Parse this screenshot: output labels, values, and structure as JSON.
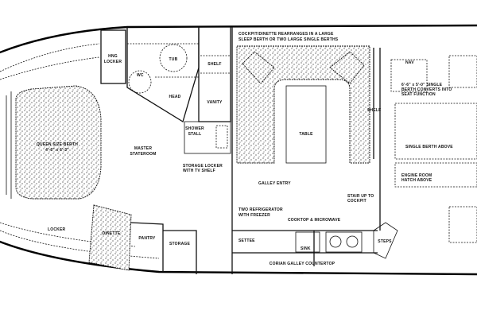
{
  "plan": {
    "note_top": [
      "COCKPIT/DINETTE REARRANGES IN A LARGE",
      "SLEEP BERTH OR TWO LARGE SINGLE BERTHS"
    ],
    "master_berth": [
      "QUEEN SIZE BERTH",
      "4'-6\" x 6'-3\""
    ],
    "master_stateroom": [
      "MASTER",
      "STATEROOM"
    ],
    "hanging_locker_fwd": [
      "HNG",
      "LOCKER"
    ],
    "head": "HEAD",
    "vanity": "VANITY",
    "wc": "WC",
    "tub": "TUB",
    "shower": [
      "SHOWER",
      "STALL"
    ],
    "shelf": "SHELF",
    "lockers_fwd": "SHELF",
    "storage_note": [
      "STORAGE LOCKER",
      "WITH TV SHELF"
    ],
    "dinette_seat": "DINETTE",
    "galley_entry": "GALLEY ENTRY",
    "refrigerator": [
      "TWO REFRIGERATOR",
      "WITH FREEZER"
    ],
    "cooktop": "COOKTOP & MICROWAVE",
    "table": "TABLE",
    "settee": "SETTEE",
    "galley_counter": "CORIAN GALLEY COUNTERTOP",
    "storage": "STORAGE",
    "pantry": "PANTRY",
    "locker_aft": "LOCKER",
    "sink": "SINK",
    "steps": "STEPS",
    "helm_seat": [
      "6'-6\" x 5'-0\" SINGLE",
      "BERTH CONVERTS INTO",
      "SEAT FUNCTION"
    ],
    "aft_berth": "SINGLE BERTH ABOVE",
    "engine": [
      "ENGINE ROOM",
      "HATCH ABOVE"
    ],
    "stair": [
      "STAIR UP TO",
      "COCKPIT"
    ],
    "nav": "NAV"
  }
}
